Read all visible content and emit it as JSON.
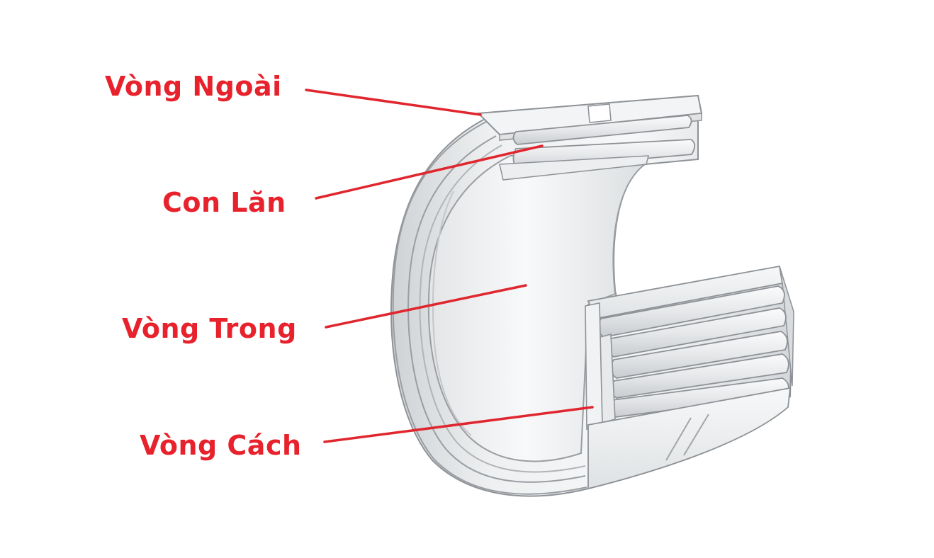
{
  "colors": {
    "label": "#e8222c",
    "leader_line": "#e0262e",
    "metal_light": "#f4f5f6",
    "metal_mid": "#dfe1e3",
    "metal_dark": "#a9adb1",
    "outline": "#8e9296",
    "background": "#ffffff"
  },
  "labels": {
    "outer_ring": "Vòng Ngoài",
    "roller": "Con Lăn",
    "inner_ring": "Vòng Trong",
    "cage": "Vòng Cách"
  }
}
